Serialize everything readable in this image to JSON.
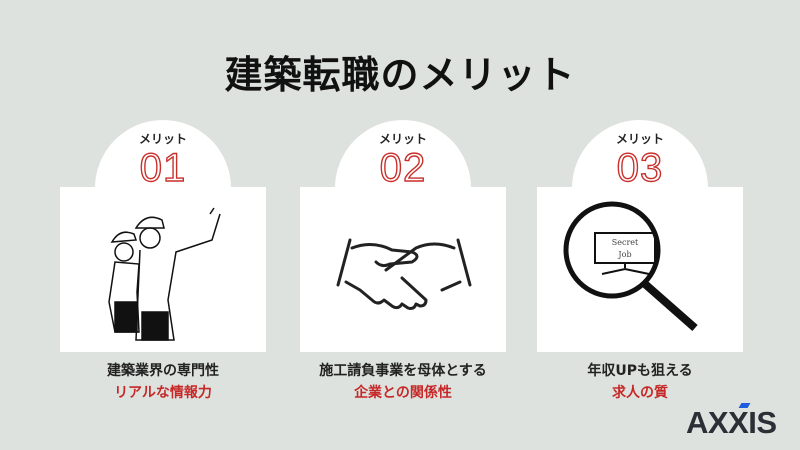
{
  "title": "建築転職のメリット",
  "cards": [
    {
      "label": "メリット",
      "number": "01",
      "line1": "建築業界の専門性",
      "line2": "リアルな情報力",
      "icon": "construction-workers-illustration"
    },
    {
      "label": "メリット",
      "number": "02",
      "line1": "施工請負事業を母体とする",
      "line2": "企業との関係性",
      "icon": "handshake-icon"
    },
    {
      "label": "メリット",
      "number": "03",
      "line1": "年収UPも狙える",
      "line2": "求人の質",
      "icon": "magnifier-monitor-icon",
      "screen_text": [
        "Secret",
        "Job"
      ]
    }
  ],
  "logo": "AXXIS",
  "colors": {
    "background": "#dde2de",
    "accent": "#c62828",
    "logo_accent": "#1e5ce0"
  }
}
